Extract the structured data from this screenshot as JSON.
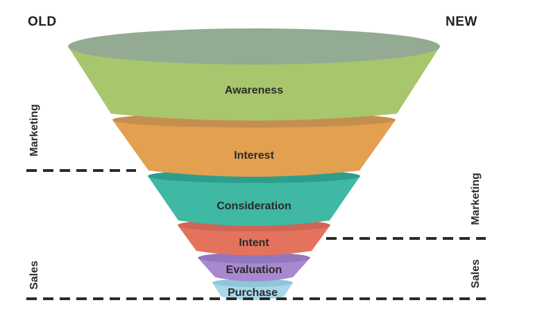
{
  "headings": {
    "old": "OLD",
    "new": "NEW"
  },
  "stages": [
    {
      "label": "Awareness",
      "color": "#a8c66c",
      "rim": "#93ab93"
    },
    {
      "label": "Interest",
      "color": "#e2a050",
      "rim": "#c58e4e"
    },
    {
      "label": "Consideration",
      "color": "#3fb8a4",
      "rim": "#2e9e8c"
    },
    {
      "label": "Intent",
      "color": "#e4735e",
      "rim": "#cf6554"
    },
    {
      "label": "Evaluation",
      "color": "#a889cf",
      "rim": "#9277bd"
    },
    {
      "label": "Purchase",
      "color": "#a7d7e8",
      "rim": "#8ec6da"
    }
  ],
  "side_labels": {
    "old_marketing": "Marketing",
    "old_sales": "Sales",
    "new_marketing": "Marketing",
    "new_sales": "Sales"
  },
  "colors": {
    "text": "#2b2b2b",
    "dash": "#2b2b2b"
  }
}
